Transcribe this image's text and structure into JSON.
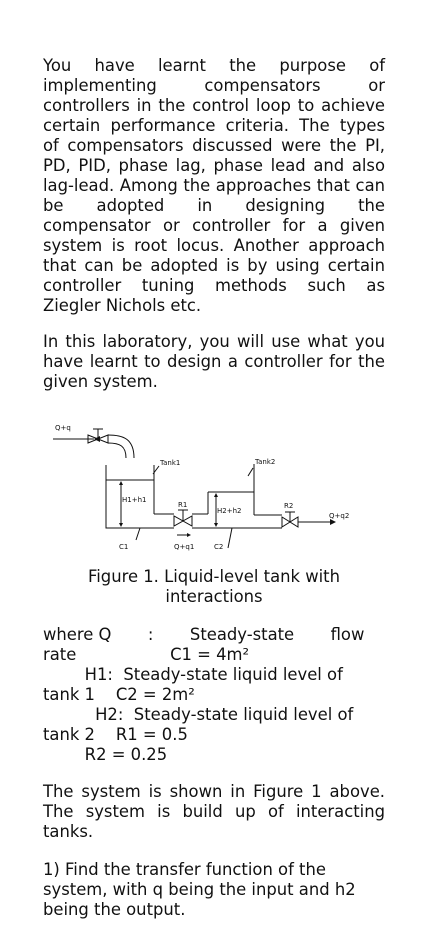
{
  "intro_paragraph": "You have learnt the purpose of implementing compensators or controllers in the control loop to achieve certain performance criteria.  The types of compensators discussed were the PI, PD, PID, phase lag, phase lead and also lag-lead.  Among the approaches that can be adopted in designing the compensator or controller for a given system is root locus.  Another approach that can be adopted is by using certain controller tuning methods such as Ziegler Nichols etc.",
  "lab_paragraph": "In this laboratory, you will use what you have learnt to design a controller for the given system.",
  "figure": {
    "labels": {
      "inflow": "Q+q",
      "tank1": "Tank1",
      "tank2": "Tank2",
      "h1": "H1+h1",
      "h2": "H2+h2",
      "r1": "R1",
      "r2": "R2",
      "q1": "Q+q1",
      "q2": "Q+q2",
      "c1": "C1",
      "c2": "C2"
    },
    "caption_line1": "Figure 1.  Liquid-level tank with",
    "caption_line2": "interactions"
  },
  "definitions": {
    "line1": "where Q       :       Steady-state       flow",
    "line2": "rate                  C1 = 4m²",
    "line3": "        H1:  Steady-state liquid level of",
    "line4": "tank 1    C2 = 2m²",
    "line5": "          H2:  Steady-state liquid level of",
    "line6": "tank 2    R1 = 0.5",
    "line7": "        R2 = 0.25"
  },
  "system_paragraph": "The system is shown in Figure 1 above.  The system is build up of interacting tanks.",
  "question_1": "1)    Find the transfer function of the system, with q being the input and h2 being the output."
}
